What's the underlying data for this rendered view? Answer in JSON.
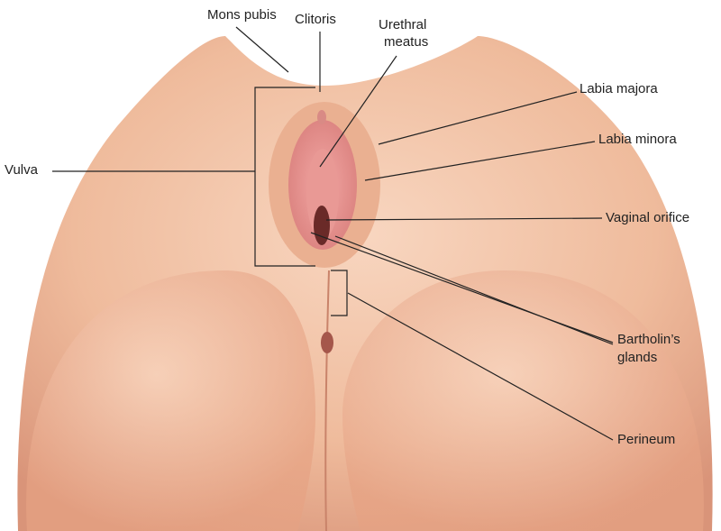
{
  "labels": {
    "mons_pubis": "Mons pubis",
    "clitoris": "Clitoris",
    "urethral_meatus_1": "Urethral",
    "urethral_meatus_2": "meatus",
    "labia_majora": "Labia majora",
    "labia_minora": "Labia minora",
    "vulva": "Vulva",
    "vaginal_orifice": "Vaginal orifice",
    "bartholins_1": "Bartholin’s",
    "bartholins_2": "glands",
    "perineum": "Perineum"
  },
  "colors": {
    "skin_light": "#f6cdb2",
    "skin_mid": "#e7a98a",
    "skin_dark": "#c98067",
    "mucosa": "#e58f8f"
  }
}
